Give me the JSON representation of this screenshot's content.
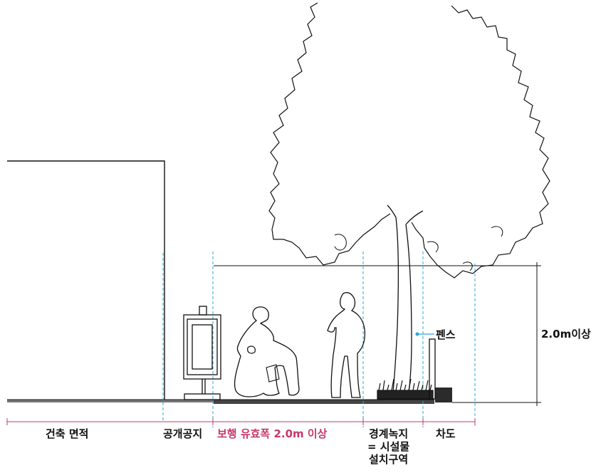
{
  "labels": {
    "fence": "펜스",
    "height": "2.0m이상",
    "zone_building": "건축 면적",
    "zone_open_space": "공개공지",
    "zone_walkway": "보행 유효폭 2.0m 이상",
    "zone_buffer_green_line1": "경계녹지",
    "zone_buffer_green_line2": "= 시설물",
    "zone_buffer_green_line3": "설치구역",
    "zone_roadway": "차도"
  },
  "colors": {
    "guide_line": "#2aa7dc",
    "accent": "#c8376b",
    "ground": "#555555",
    "stroke": "#111111"
  }
}
